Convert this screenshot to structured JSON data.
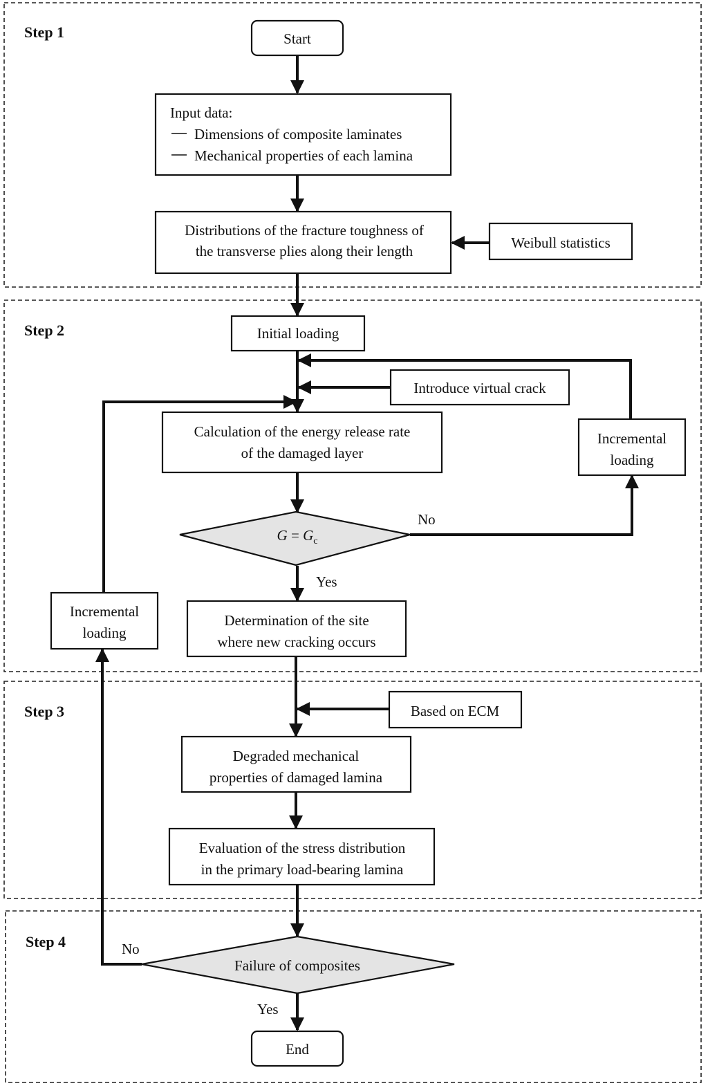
{
  "steps": {
    "s1": "Step 1",
    "s2": "Step 2",
    "s3": "Step 3",
    "s4": "Step 4"
  },
  "nodes": {
    "start": "Start",
    "input_title": "Input data:",
    "input_item1": "Dimensions of composite laminates",
    "input_item2": "Mechanical properties of each lamina",
    "distributions_line1": "Distributions of the fracture toughness of",
    "distributions_line2": "the transverse plies along their length",
    "weibull": "Weibull statistics",
    "initial_loading": "Initial loading",
    "virtual_crack": "Introduce virtual crack",
    "calc_line1": "Calculation of the energy release rate",
    "calc_line2": "of the damaged layer",
    "incremental_right_line1": "Incremental",
    "incremental_right_line2": "loading",
    "decision_g_G": "G",
    "decision_g_eq": " = ",
    "decision_g_Gc": "G",
    "decision_g_sub": "c",
    "determination_line1": "Determination of the site",
    "determination_line2": "where new cracking occurs",
    "incremental_left_line1": "Incremental",
    "incremental_left_line2": "loading",
    "ecm": "Based on ECM",
    "degraded_line1": "Degraded mechanical",
    "degraded_line2": "properties of damaged lamina",
    "evaluation_line1": "Evaluation of the stress distribution",
    "evaluation_line2": "in the primary load-bearing lamina",
    "failure": "Failure of composites",
    "end": "End"
  },
  "edges": {
    "no_g": "No",
    "yes_g": "Yes",
    "no_failure": "No",
    "yes_failure": "Yes"
  }
}
